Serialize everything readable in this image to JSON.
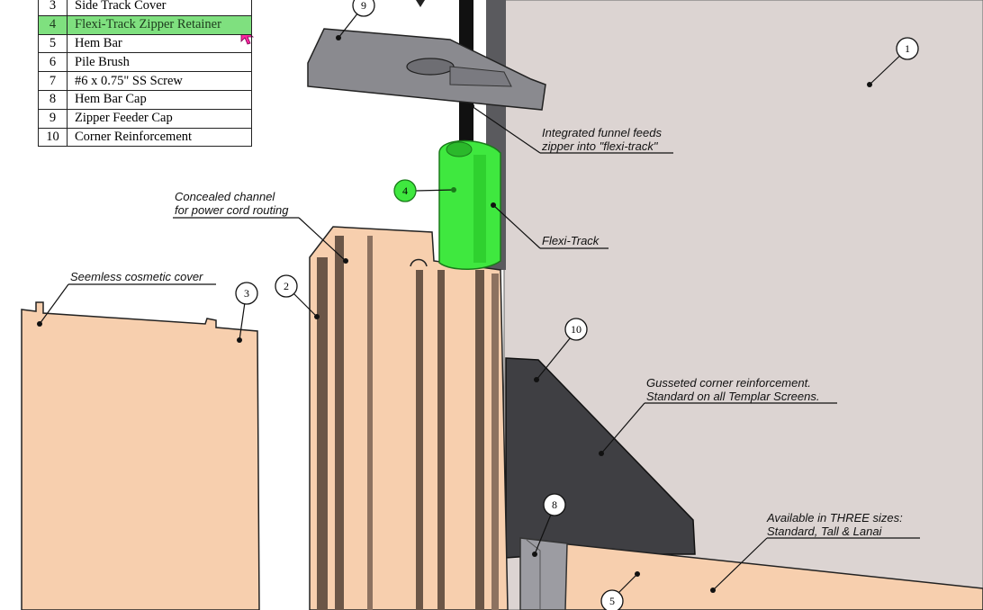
{
  "parts_list": [
    {
      "num": "3",
      "name": "Side Track Cover",
      "highlight": false
    },
    {
      "num": "4",
      "name": "Flexi-Track Zipper Retainer",
      "highlight": true
    },
    {
      "num": "5",
      "name": "Hem Bar",
      "highlight": false
    },
    {
      "num": "6",
      "name": "Pile Brush",
      "highlight": false
    },
    {
      "num": "7",
      "name": "#6 x 0.75\" SS Screw",
      "highlight": false
    },
    {
      "num": "8",
      "name": "Hem Bar Cap",
      "highlight": false
    },
    {
      "num": "9",
      "name": "Zipper Feeder Cap",
      "highlight": false
    },
    {
      "num": "10",
      "name": "Corner Reinforcement",
      "highlight": false
    }
  ],
  "callouts": {
    "c1": "1",
    "c2": "2",
    "c3": "3",
    "c4": "4",
    "c5": "5",
    "c8": "8",
    "c9": "9",
    "c10": "10"
  },
  "notes": {
    "funnel_line1": "Integrated funnel feeds",
    "funnel_line2": "zipper into \"flexi-track\"",
    "channel_line1": "Concealed channel",
    "channel_line2": "for power cord routing",
    "cover": "Seemless cosmetic cover",
    "flexi": "Flexi-Track",
    "gusset_line1": "Gusseted corner reinforcement.",
    "gusset_line2": "Standard on all Templar Screens.",
    "sizes_line1": "Available in THREE sizes:",
    "sizes_line2": "Standard, Tall & Lanai"
  },
  "colors": {
    "screen": "#dcd4d2",
    "extrusion": "#f7cfae",
    "extrusion_dark": "#6b5647",
    "flexi_green": "#3fe83f",
    "gusset": "#3f3f43",
    "feeder_grey": "#8a8a8f",
    "highlight": "#7fe07f",
    "cursor": "#ff2aa0"
  }
}
